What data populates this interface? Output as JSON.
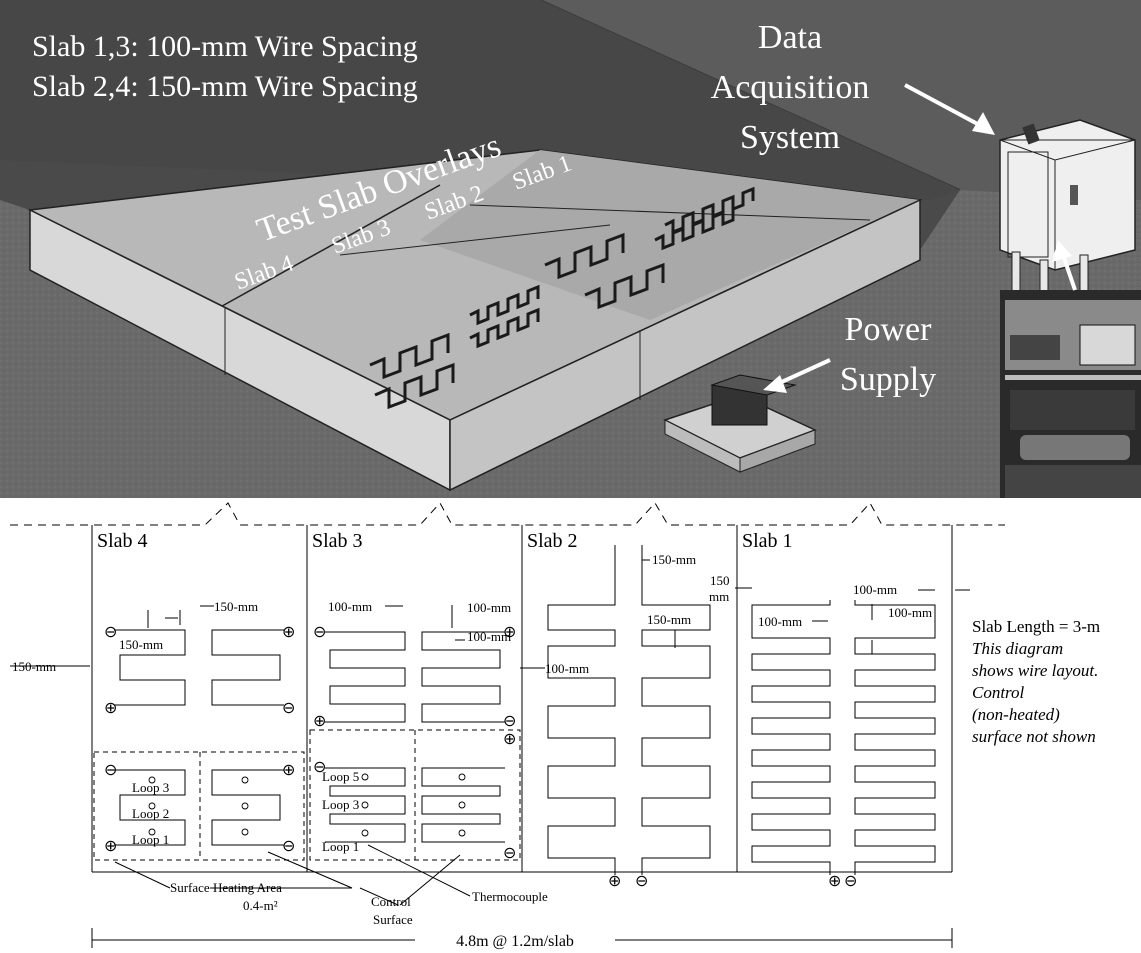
{
  "photo": {
    "wire_spacing_line1": "Slab 1,3: 100-mm Wire Spacing",
    "wire_spacing_line2": "Slab 2,4: 150-mm Wire Spacing",
    "das_line1": "Data",
    "das_line2": "Acquisition",
    "das_line3": "System",
    "test_slab_overlays": "Test Slab Overlays",
    "slab_labels": [
      "Slab 4",
      "Slab 3",
      "Slab 2",
      "Slab 1"
    ],
    "power_line1": "Power",
    "power_line2": "Supply"
  },
  "diagram": {
    "slab_titles": [
      "Slab 4",
      "Slab 3",
      "Slab 2",
      "Slab 1"
    ],
    "dims": {
      "d150": "150-mm",
      "d100": "100-mm",
      "d150a": "150",
      "d150b": "mm"
    },
    "loops": [
      "Loop 3",
      "Loop 2",
      "Loop 1"
    ],
    "loops_s3": [
      "Loop 5",
      "Loop 3",
      "Loop 1"
    ],
    "callouts": {
      "surface_heating_1": "Surface Heating Area",
      "surface_heating_2": "0.4-m²",
      "control_1": "Control",
      "control_2": "Surface",
      "thermocouple": "Thermocouple"
    },
    "overall": "4.8m @ 1.2m/slab",
    "side_note": {
      "length": "Slab Length = 3-m",
      "lines": [
        "This diagram",
        "shows wire layout.",
        "Control",
        "(non-heated)",
        "surface not shown"
      ]
    },
    "terminals": {
      "minus": "⊖",
      "plus": "⊕"
    }
  }
}
